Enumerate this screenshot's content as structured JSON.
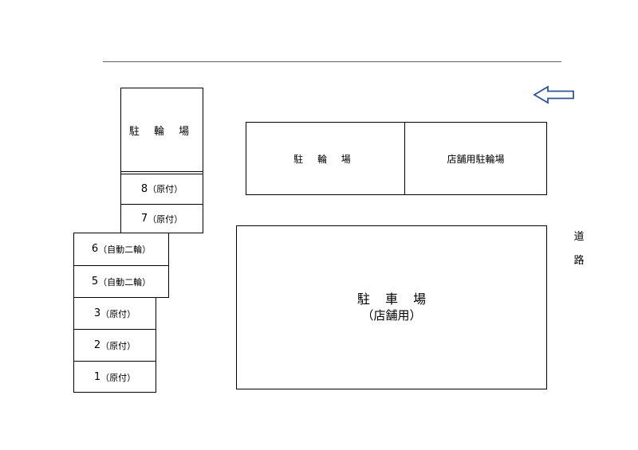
{
  "bike_parking_left": "駐 輪 場",
  "moped_8": {
    "num": "8",
    "type": "（原付）"
  },
  "moped_7": {
    "num": "7",
    "type": "（原付）"
  },
  "moto_6": {
    "num": "6",
    "type": "（自動二輪）"
  },
  "moto_5": {
    "num": "5",
    "type": "（自動二輪）"
  },
  "moped_3": {
    "num": "3",
    "type": "（原付）"
  },
  "moped_2": {
    "num": "2",
    "type": "（原付）"
  },
  "moped_1": {
    "num": "1",
    "type": "（原付）"
  },
  "bike_parking_top": "駐 輪 場",
  "store_bike_parking": "店舗用駐輪場",
  "car_parking": {
    "title": "駐 車 場",
    "subtitle": "（店舗用）"
  },
  "road": {
    "char1": "道",
    "char2": "路"
  },
  "colors": {
    "arrow": "#2f5597",
    "line": "#666666"
  }
}
